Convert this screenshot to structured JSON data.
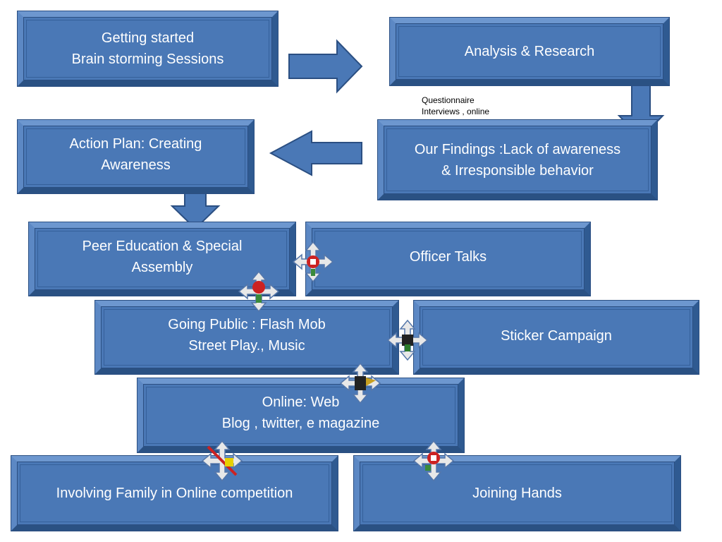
{
  "boxes": {
    "getting_started": [
      "Getting started",
      "Brain storming Sessions"
    ],
    "analysis": [
      "Analysis & Research"
    ],
    "findings": [
      "Our Findings :Lack of awareness",
      "& Irresponsible behavior"
    ],
    "action_plan": [
      "Action Plan: Creating",
      "Awareness"
    ],
    "peer_education": [
      "Peer Education & Special",
      "Assembly"
    ],
    "officer_talks": [
      "Officer Talks"
    ],
    "going_public": [
      "Going Public : Flash Mob",
      "Street Play., Music"
    ],
    "sticker_campaign": [
      "Sticker Campaign"
    ],
    "online": [
      "Online: Web",
      "Blog , twitter, e magazine"
    ],
    "family": [
      "Involving Family in Online competition"
    ],
    "joining_hands": [
      "Joining Hands"
    ]
  },
  "note": [
    "Questionnaire",
    "Interviews , online"
  ],
  "colors": {
    "box_fill": "#4a78b6",
    "box_edge": "#2b4f82",
    "text": "#ffffff"
  }
}
